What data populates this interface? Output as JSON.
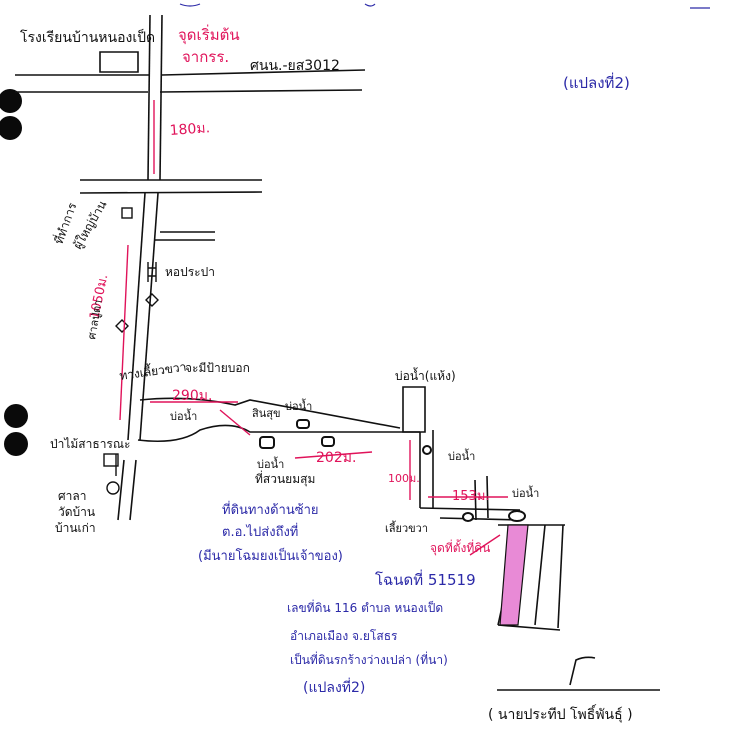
{
  "labels": {
    "school": "โรงเรียนบ้านหนองเป็ด",
    "start_point": "จุดเริ่มต้น",
    "start_from": "จากรร.",
    "road_code": "ศนน.-ยส3012",
    "plot_top": "(แปลงที่2)",
    "dist_180": "180ม.",
    "village_head": "ที่ทำการ",
    "village_head_2": "ผู้ใหญ่บ้าน",
    "water_tower": "หอประปา",
    "dist_1050": "1050ม.",
    "shrine": "ศาลปู่ตา",
    "turn_note": "ทางเลี้ยวขวา",
    "turn_note_2": "จะมีป้ายบอก",
    "dist_290": "290ม.",
    "pond_1": "บ่อน้ำ",
    "pond_2": "บ่อน้ำ",
    "pond_3": "บ่อน้ำ",
    "pond_farm": "สินสุข",
    "well_top": "บ่อน้ำ(แห้ง)",
    "dist_202": "202ม.",
    "field_note": "ที่สวนยมสุม",
    "dist_100": "100ม.",
    "pond_right": "บ่อน้ำ",
    "dist_153": "153ม.",
    "pond_far": "บ่อน้ำ",
    "left_label": "ป่าไม้สาธารณะ",
    "temple": "ศาลา",
    "temple_2": "วัดบ้าน",
    "temple_3": "บ้านเก่า",
    "note_line1": "ที่ดินทางด้านซ้าย",
    "note_line2": "ต.อ.ไปส่งถึงที่",
    "note_line3": "(มีนายโฉมยงเป็นเจ้าของ)",
    "turn_right": "เลี้ยวขวา",
    "destination": "จุดที่ตั้งที่ดิน",
    "deed_no": "โฉนดที่ 51519",
    "addr1": "เลขที่ดิน 116 ตำบล หนองเป็ด",
    "addr2": "อำเภอเมือง จ.ยโสธร",
    "addr3": "เป็นที่ดินรกร้างว่างเปล่า (ที่นา)",
    "plot_bottom": "(แปลงที่2)",
    "signer": "( นายประทีป   โพธิ์พันธุ์ )"
  },
  "colors": {
    "ink": "#111111",
    "red": "#e0135a",
    "blue": "#2c2aa8",
    "plot_fill": "#e88ad6"
  }
}
